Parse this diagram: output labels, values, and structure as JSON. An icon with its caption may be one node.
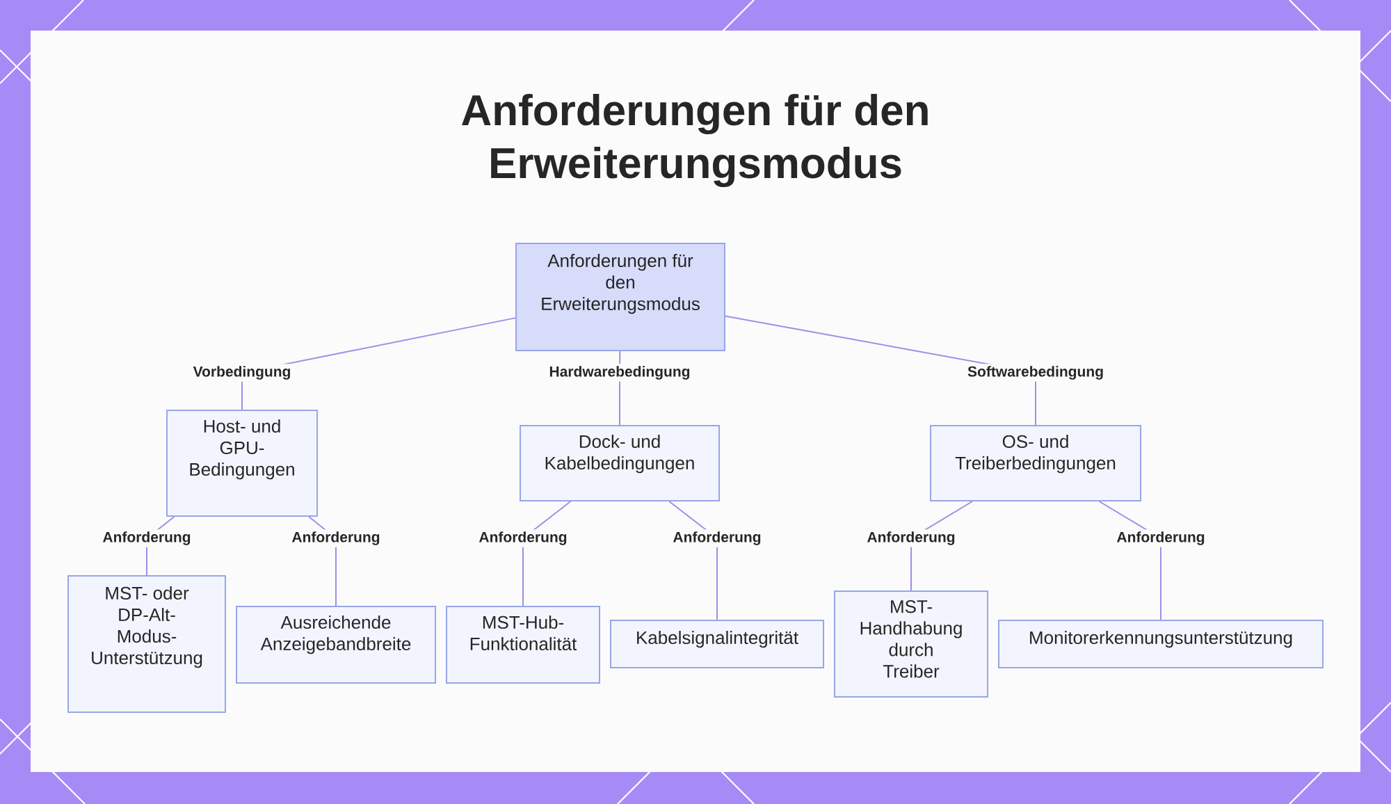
{
  "diagram": {
    "title": "Anforderungen für den Erweiterungsmodus",
    "nodes": [
      {
        "text": [
          "Anforderungen für den Erweiterungsmodus"
        ]
      },
      {
        "text": [
          "Host- und GPU-Bedingungen"
        ]
      },
      {
        "text": [
          "Dock- und Kabelbedingungen"
        ]
      },
      {
        "text": [
          "OS- und Treiberbedingungen"
        ]
      },
      {
        "text": [
          "MST- oder DP-Alt-Modus-Unterstützung"
        ]
      },
      {
        "text": [
          "Ausreichende Anzeigebandbreite"
        ]
      },
      {
        "text": [
          "MST-Hub-Funktionalität"
        ]
      },
      {
        "text": [
          "Kabelsignalintegrität"
        ]
      },
      {
        "text": [
          "MST-Handhabung durch Treiber"
        ]
      },
      {
        "text": [
          "Monitorerkennungsunterstützung"
        ]
      }
    ],
    "edges": [
      {
        "from": 0,
        "to": 1,
        "arrow": "none",
        "label": "Vorbedingung"
      },
      {
        "from": 0,
        "to": 2,
        "arrow": "none",
        "label": "Hardwarebedingung"
      },
      {
        "from": 0,
        "to": 3,
        "arrow": "none",
        "label": "Softwarebedingung"
      },
      {
        "from": 1,
        "to": 4,
        "arrow": "none",
        "label": "Anforderung"
      },
      {
        "from": 1,
        "to": 5,
        "arrow": "none",
        "label": "Anforderung"
      },
      {
        "from": 2,
        "to": 6,
        "arrow": "none",
        "label": "Anforderung"
      },
      {
        "from": 2,
        "to": 7,
        "arrow": "none",
        "label": "Anforderung"
      },
      {
        "from": 3,
        "to": 8,
        "arrow": "none",
        "label": "Anforderung"
      },
      {
        "from": 3,
        "to": 9,
        "arrow": "none",
        "label": "Anforderung"
      }
    ]
  }
}
